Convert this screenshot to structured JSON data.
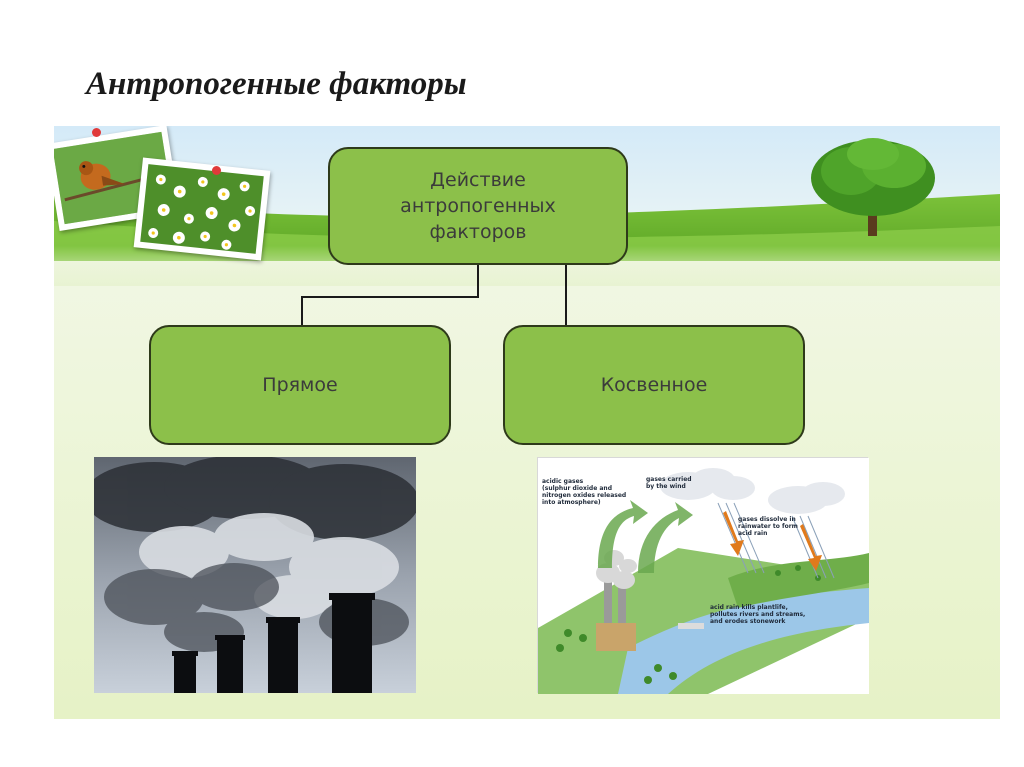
{
  "slide": {
    "title": "Антропогенные факторы"
  },
  "diagram": {
    "root": "Действие\nантропогенных\nфакторов",
    "children": [
      "Прямое",
      "Косвенное"
    ]
  },
  "images": {
    "smoke": {
      "icon": "factory-smokestacks-photo"
    },
    "acid_rain": {
      "icon": "acid-rain-diagram",
      "labels": {
        "acidic_gases": "acidic gases\n(sulphur dioxide and\nnitrogen oxides released\ninto atmosphere)",
        "gases_carried": "gases carried\nby the wind",
        "gases_dissolve": "gases dissolve in\nrainwater to form\nacid rain",
        "acid_rain_kills": "acid rain kills plantlife,\npollutes rivers and streams,\nand erodes stonework"
      }
    },
    "decorations": [
      "bird-photo",
      "daisies-photo",
      "tree-icon"
    ]
  },
  "colors": {
    "node_fill": "#8cc04a",
    "node_border": "#2e3a1a",
    "grass": "#6fb52c",
    "sky": "#cfe8f6"
  }
}
